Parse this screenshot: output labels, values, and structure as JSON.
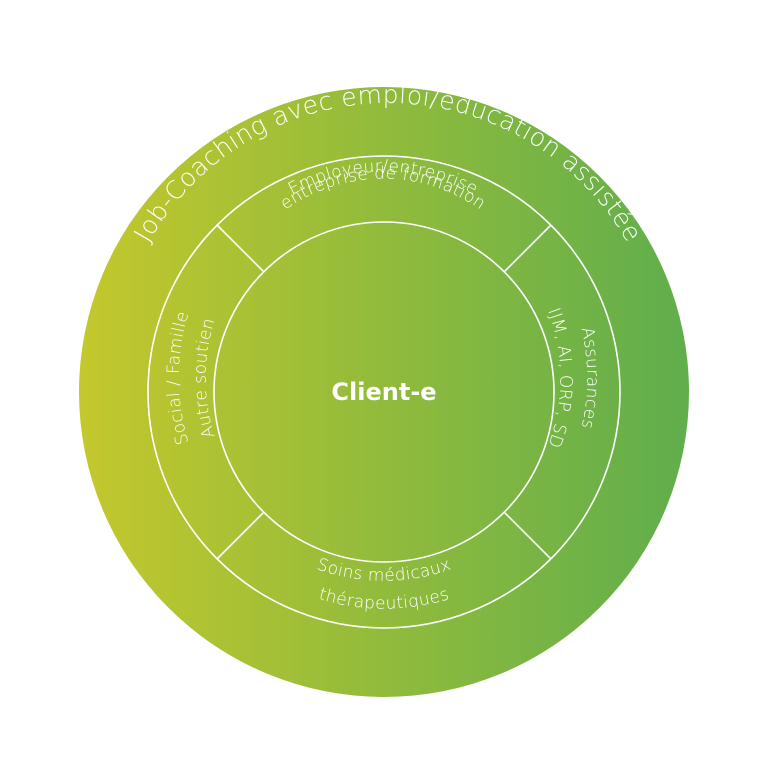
{
  "colors": {
    "gradient_left": "#c4c82c",
    "gradient_right": "#5fae4c",
    "inner_left": "#a8c43a",
    "inner_right": "#4fa651",
    "line": "#ffffff",
    "text": "#ffffff"
  },
  "outer_ring": {
    "label": "Job-Coaching avec emploi/éducation assistée"
  },
  "segments": {
    "top": {
      "line1": "Employeur/entreprise",
      "line2": "entreprise de formation"
    },
    "right": {
      "line1": "Assurances",
      "line2": "IJM, AI, ORP, SD"
    },
    "bottom": {
      "line1": "Soins médicaux",
      "line2": "thérapeutiques"
    },
    "left": {
      "line1": "Social / Famille",
      "line2": "Autre soutien"
    }
  },
  "center": {
    "label": "Client-e"
  }
}
